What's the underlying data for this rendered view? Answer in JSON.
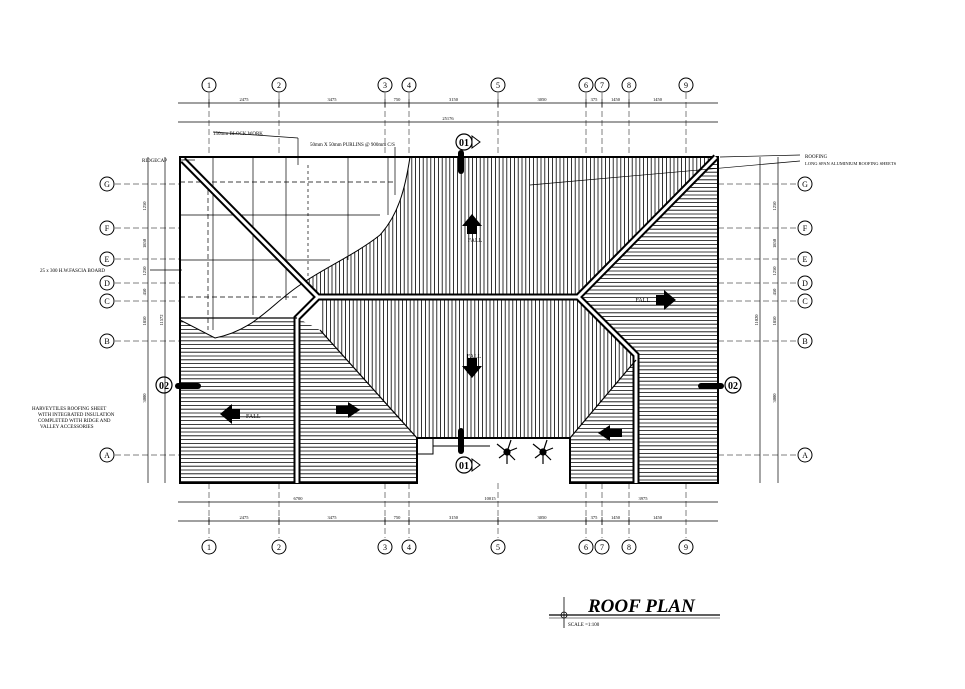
{
  "drawing": {
    "title": "ROOF PLAN",
    "scale": "SCALE =1:100"
  },
  "grid_cols": [
    "1",
    "2",
    "3",
    "4",
    "5",
    "6",
    "7",
    "8",
    "9"
  ],
  "grid_rows": [
    "A",
    "B",
    "C",
    "D",
    "E",
    "F",
    "G"
  ],
  "top_dims": [
    "2475",
    "3475",
    "750",
    "3150",
    "3050",
    "375",
    "1450",
    "1450"
  ],
  "top_overall": "25176",
  "bottom_dims": [
    "2475",
    "3475",
    "750",
    "3150",
    "3050",
    "375",
    "1450",
    "1450"
  ],
  "bottom_mids": [
    "6700",
    "10015",
    "3975"
  ],
  "left_dims": [
    "3000",
    "1850",
    "450",
    "1250",
    "1850",
    "1250"
  ],
  "left_overall": "11572",
  "right_dims": [
    "3000",
    "1850",
    "450",
    "1250",
    "1850",
    "1250"
  ],
  "right_overall": "11020",
  "sections": {
    "s1_top": "01",
    "s1_bottom": "01",
    "s2_left": "02",
    "s2_right": "02"
  },
  "labels": {
    "block_work": "150mm BLOCK WORK",
    "purlins": "50mm X 50mm PURLINS @ 900mm C/S",
    "ridge_cap": "RIDGECAP",
    "roofing_1": "ROOFING",
    "roofing_2": "LONG SPAN ALUMINIUM ROOFING SHEETS",
    "fascia": "25 x 300 H.W.FASCIA BOARD",
    "harvey_1": "HARVEYTILES ROOFING SHEET",
    "harvey_2": "WITH INTEGRATED INSULATION",
    "harvey_2b": "COMPLETED WITH RIDGE AND",
    "harvey_3": "VALLEY ACCESSORIES",
    "fall": "FALL"
  },
  "colors": {
    "ink": "#000000",
    "paper": "#ffffff"
  }
}
